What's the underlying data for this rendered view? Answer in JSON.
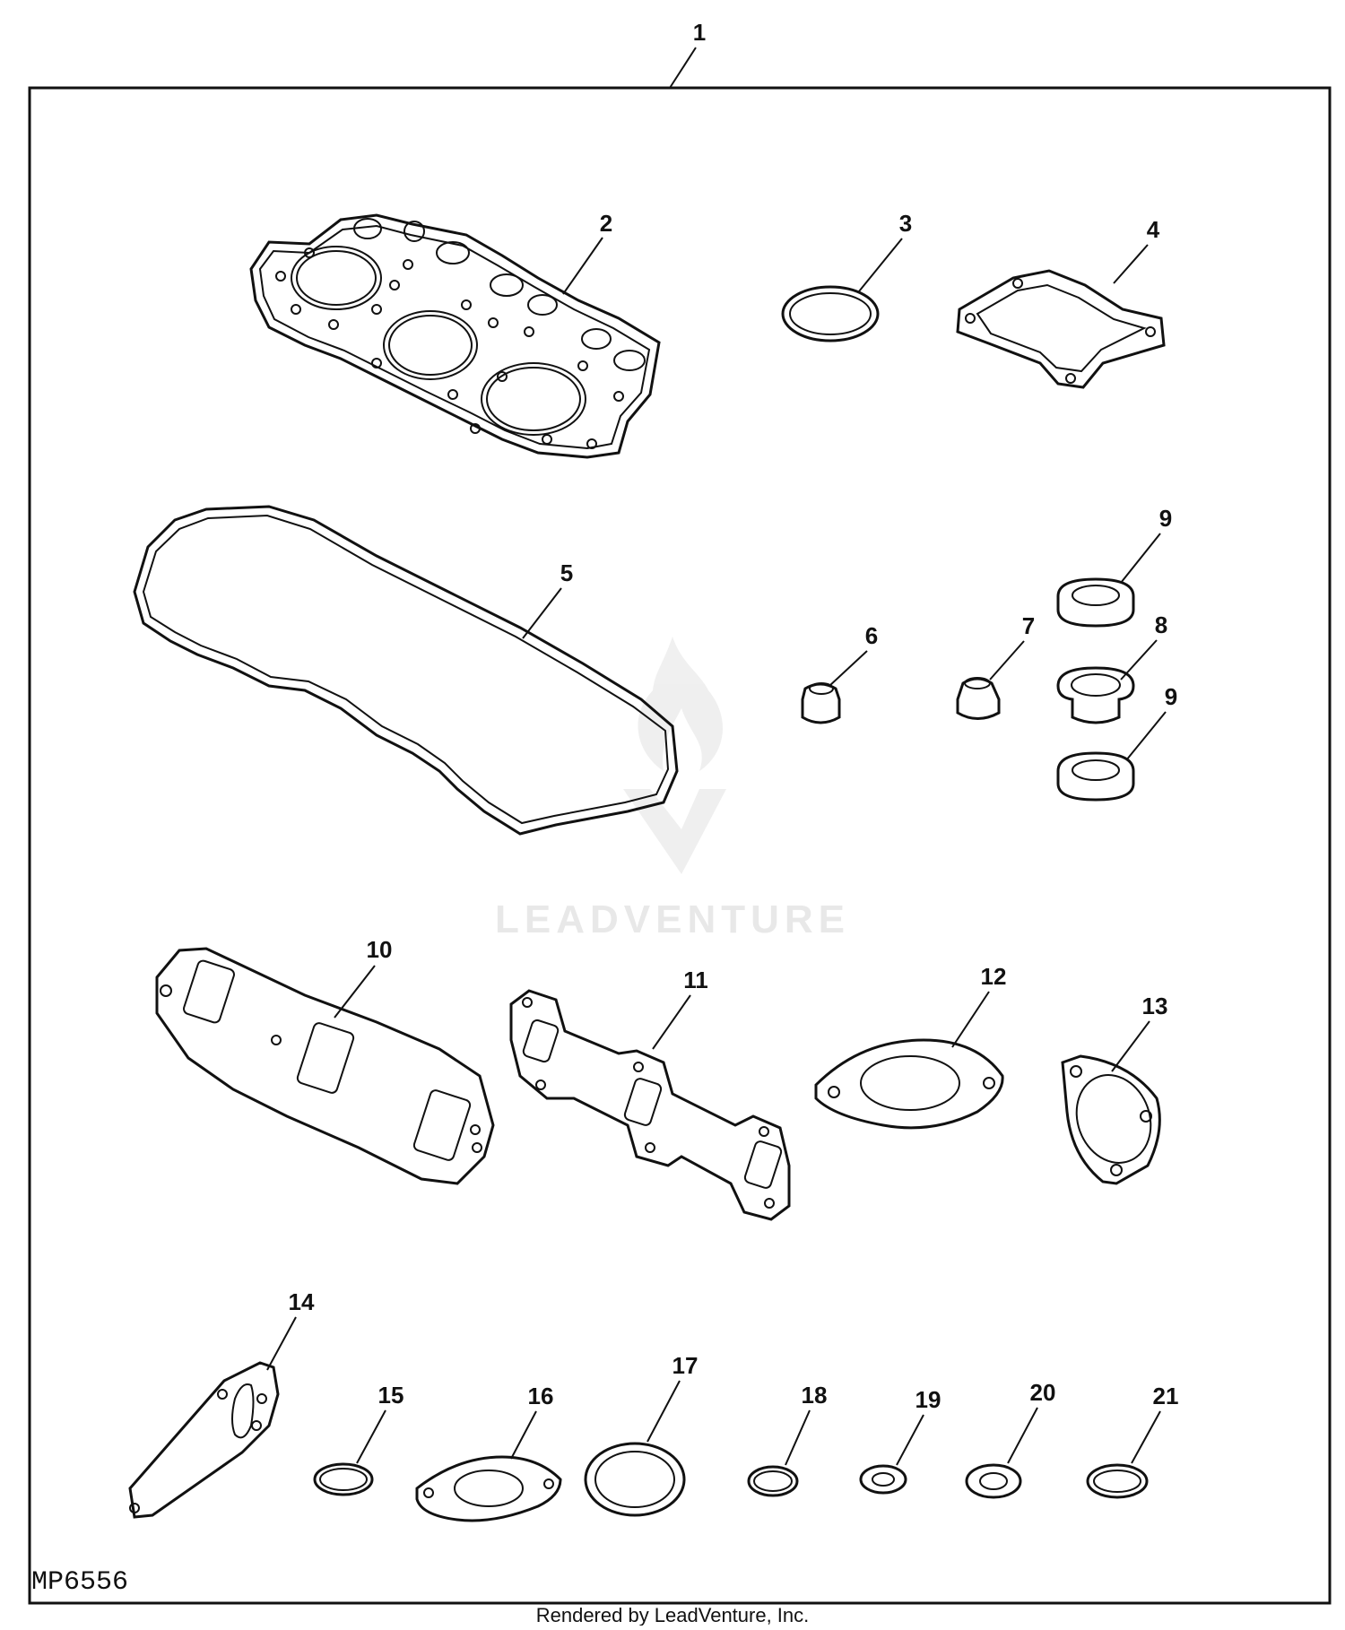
{
  "diagram": {
    "callouts": {
      "c1": "1",
      "c2": "2",
      "c3": "3",
      "c4": "4",
      "c5": "5",
      "c6": "6",
      "c7": "7",
      "c8": "8",
      "c9a": "9",
      "c9b": "9",
      "c10": "10",
      "c11": "11",
      "c12": "12",
      "c13": "13",
      "c14": "14",
      "c15": "15",
      "c16": "16",
      "c17": "17",
      "c18": "18",
      "c19": "19",
      "c20": "20",
      "c21": "21"
    },
    "figure_id": "MP6556",
    "credit": "Rendered by LeadVenture, Inc.",
    "watermark": "LEADVENTURE"
  },
  "colors": {
    "line": "#111111",
    "background": "#ffffff",
    "watermark": "#e6e6e6"
  }
}
